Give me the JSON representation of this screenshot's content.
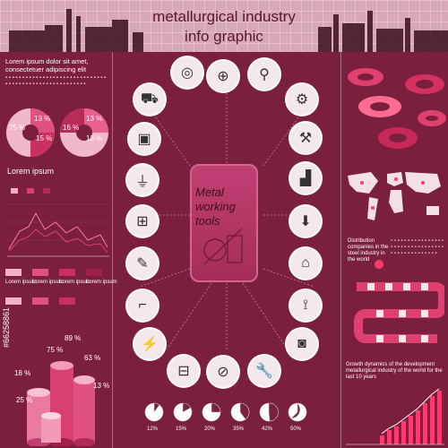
{
  "header": {
    "title_line1": "metallurgical industry",
    "title_line2": "info graphic"
  },
  "left": {
    "heading": "Lorem ipsum dolor sit amet, consectetuer adipiscing elit",
    "section_label": "Lorem ipsum",
    "pie_percents": [
      "75 %",
      "13 %",
      "15 %",
      "16 %",
      "13 %",
      "13 %"
    ],
    "bar_labels": [
      "Lorem ipsum",
      "Lorem ipsum",
      "Lorem ipsum",
      "Lorem ipsum"
    ],
    "cylinder_percents": [
      "75 %",
      "89 %",
      "18 %",
      "63 %",
      "25 %",
      "13 %"
    ]
  },
  "center": {
    "card_text": "Metal working tools",
    "icons": [
      "bearing-icon",
      "wheel-icon",
      "screw-icon",
      "truck-icon",
      "hammer-icon",
      "drill-press-icon",
      "vise-icon",
      "anvil-icon",
      "pliers-icon",
      "bolt-icon",
      "caliper-icon",
      "screwdriver-icon",
      "factory-icon",
      "spray-gun-icon",
      "nail-icon",
      "drill-icon",
      "angle-grinder-icon",
      "welding-mask-icon",
      "wrench-icon",
      "saw-icon"
    ],
    "pie_labels": [
      "12%",
      "15%",
      "20%",
      "35%",
      "42%",
      "50%"
    ]
  },
  "right": {
    "map_caption": "Distribution companies in the steel industry in the world",
    "growth_caption": "Growth dynamics of the development metallurgical industry of the world for the last 10 years"
  },
  "stock_id": "#66258861",
  "colors": {
    "background": "#7a1f3d",
    "accent": "#c04072",
    "header": "#d9a8b8"
  }
}
